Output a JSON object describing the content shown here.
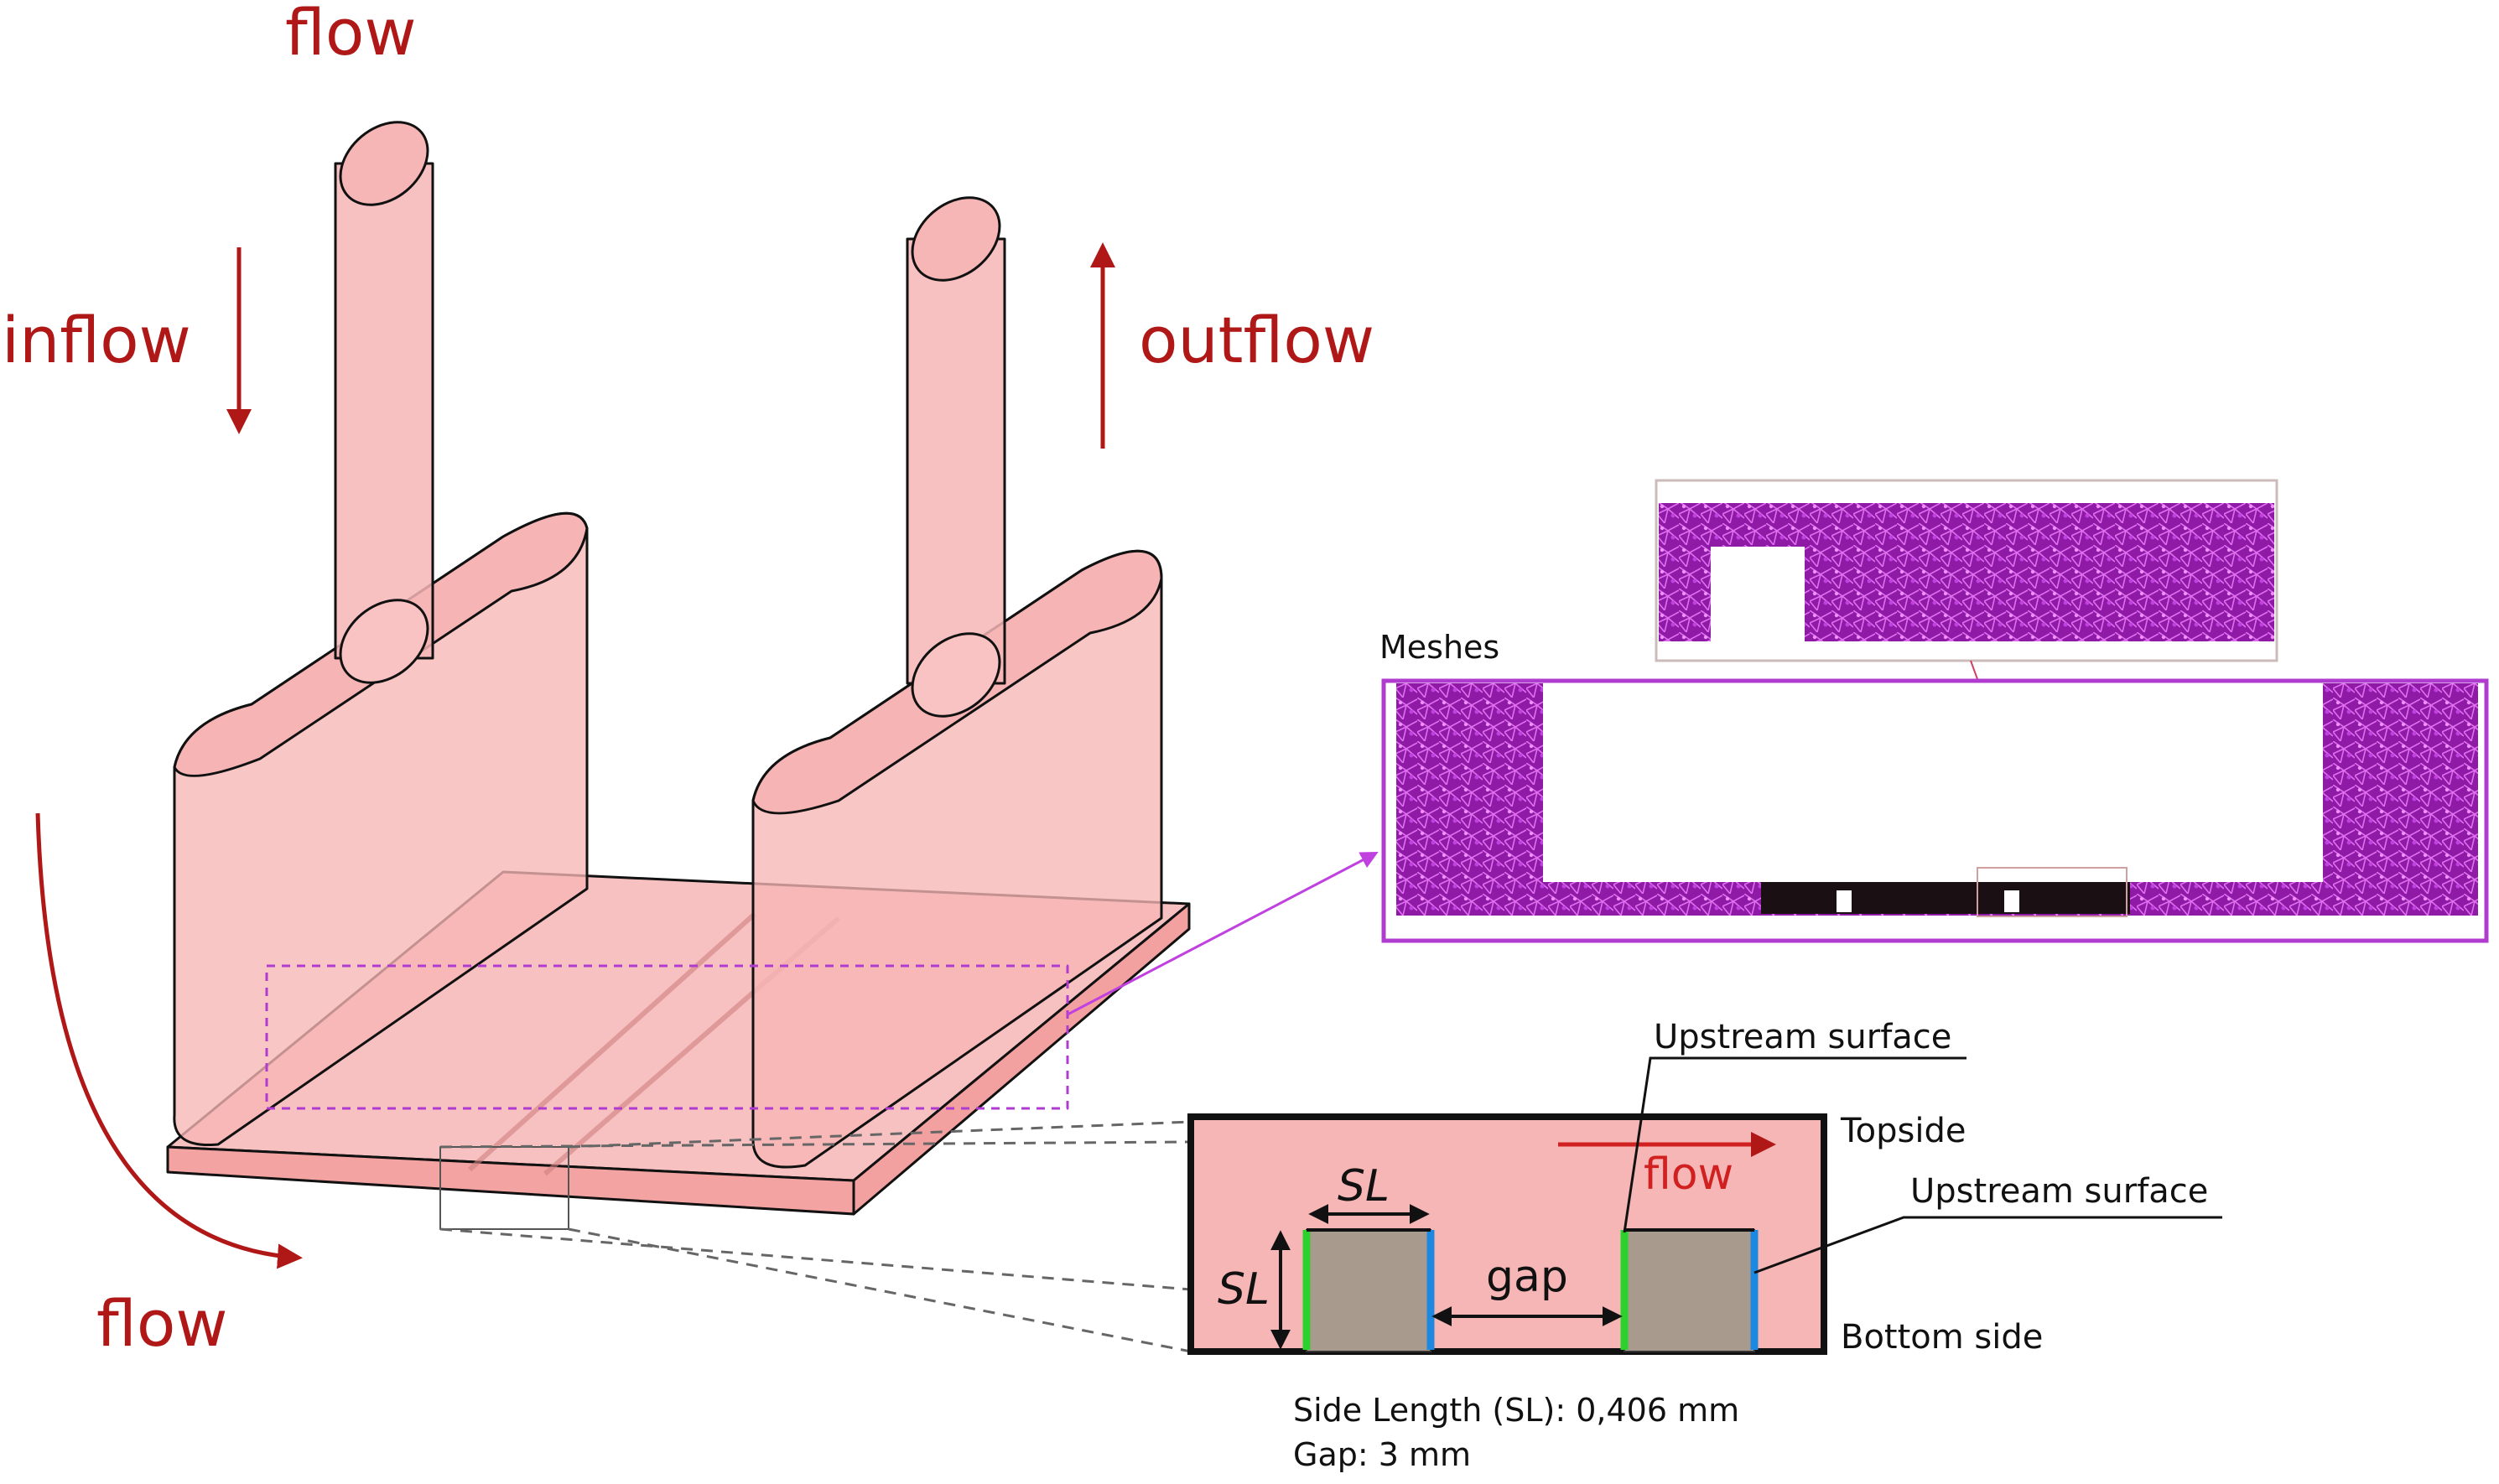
{
  "labels": {
    "flow_top": "flow",
    "inflow": "inflow",
    "outflow": "outflow",
    "flow_bottom": "flow",
    "meshes": "Meshes",
    "upstream_surface_1": "Upstream surface",
    "upstream_surface_2": "Upstream surface",
    "topside": "Topside",
    "bottom_side": "Bottom side",
    "flow_detail": "flow",
    "sl_top": "SL",
    "sl_side": "SL",
    "gap": "gap",
    "side_length_note": "Side Length (SL): 0,406 mm",
    "gap_note": "Gap: 3 mm"
  },
  "colors": {
    "fluid": "#f7b6b6",
    "fluid_dark": "#f4a3a3",
    "arrow_red": "#b01818",
    "mesh_purple": "#a020b8",
    "mesh_frame": "#b03ccf",
    "obstacle": "#a99a8e",
    "upstream_edge": "#2dd12d",
    "downstream_edge": "#1e88e0"
  }
}
